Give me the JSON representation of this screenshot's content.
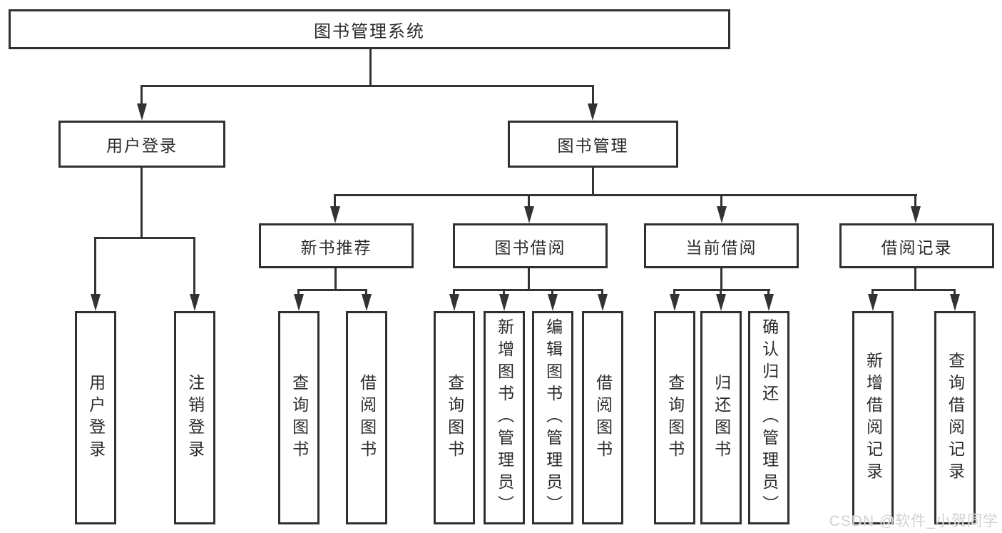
{
  "nodes": {
    "root": "图书管理系统",
    "user_login": "用户登录",
    "book_mgmt": "图书管理",
    "new_book_rec": "新书推荐",
    "book_borrow": "图书借阅",
    "current_borrow": "当前借阅",
    "borrow_records": "借阅记录",
    "leaf_user_login": "用户登录",
    "leaf_logout": "注销登录",
    "leaf_nb_query": "查询图书",
    "leaf_nb_borrow": "借阅图书",
    "leaf_bb_query": "查询图书",
    "leaf_bb_add": "新增图书（管理员）",
    "leaf_bb_edit": "编辑图书（管理员）",
    "leaf_bb_borrow": "借阅图书",
    "leaf_cb_query": "查询图书",
    "leaf_cb_return": "归还图书",
    "leaf_cb_confirm": "确认归还（管理员）",
    "leaf_br_add": "新增借阅记录",
    "leaf_br_query": "查询借阅记录"
  },
  "tree": {
    "root": "图书管理系统",
    "children": [
      {
        "label": "用户登录",
        "children": [
          "用户登录",
          "注销登录"
        ]
      },
      {
        "label": "图书管理",
        "children": [
          {
            "label": "新书推荐",
            "children": [
              "查询图书",
              "借阅图书"
            ]
          },
          {
            "label": "图书借阅",
            "children": [
              "查询图书",
              "新增图书（管理员）",
              "编辑图书（管理员）",
              "借阅图书"
            ]
          },
          {
            "label": "当前借阅",
            "children": [
              "查询图书",
              "归还图书",
              "确认归还（管理员）"
            ]
          },
          {
            "label": "借阅记录",
            "children": [
              "新增借阅记录",
              "查询借阅记录"
            ]
          }
        ]
      }
    ]
  },
  "watermark": "CSDN @软件_小贺同学",
  "colors": {
    "line": "#333333",
    "box_border": "#303030",
    "text": "#2b2b2b",
    "background": "#ffffff",
    "watermark": "#d2d2d7"
  }
}
